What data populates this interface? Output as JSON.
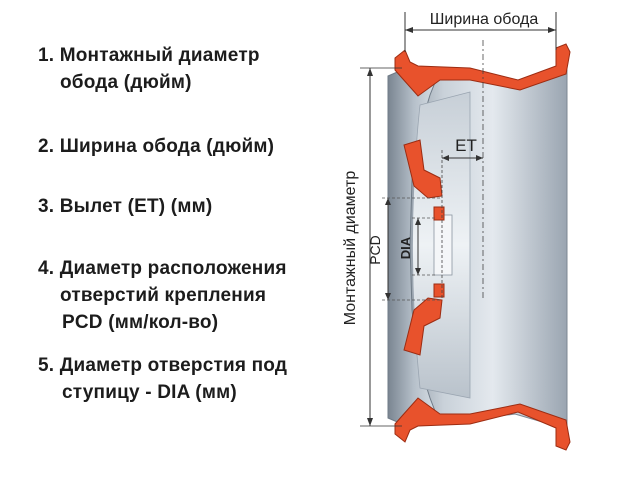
{
  "legend": {
    "items": [
      {
        "lines": [
          "1. Монтажный диаметр",
          "обода (дюйм)"
        ]
      },
      {
        "lines": [
          "2. Ширина обода (дюйм)"
        ]
      },
      {
        "lines": [
          "3. Вылет (ET) (мм)"
        ]
      },
      {
        "lines": [
          "4. Диаметр расположения",
          "отверстий крепления",
          "PCD (мм/кол-во)"
        ]
      },
      {
        "lines": [
          "5. Диаметр отверстия под",
          "ступицу  - DIA (мм)"
        ]
      }
    ]
  },
  "diagram": {
    "rim_width_label": "Ширина обода",
    "mount_diameter_label": "Монтажный диаметр",
    "et_label": "ET",
    "pcd_label": "PCD",
    "dia_label": "DIA",
    "colors": {
      "section": "#e8522c",
      "section_outline": "#9c2c12",
      "metal_light": "#d6dde4",
      "metal_mid": "#a7b1bc",
      "metal_dark": "#6f7b87",
      "dim_line": "#333333"
    }
  }
}
